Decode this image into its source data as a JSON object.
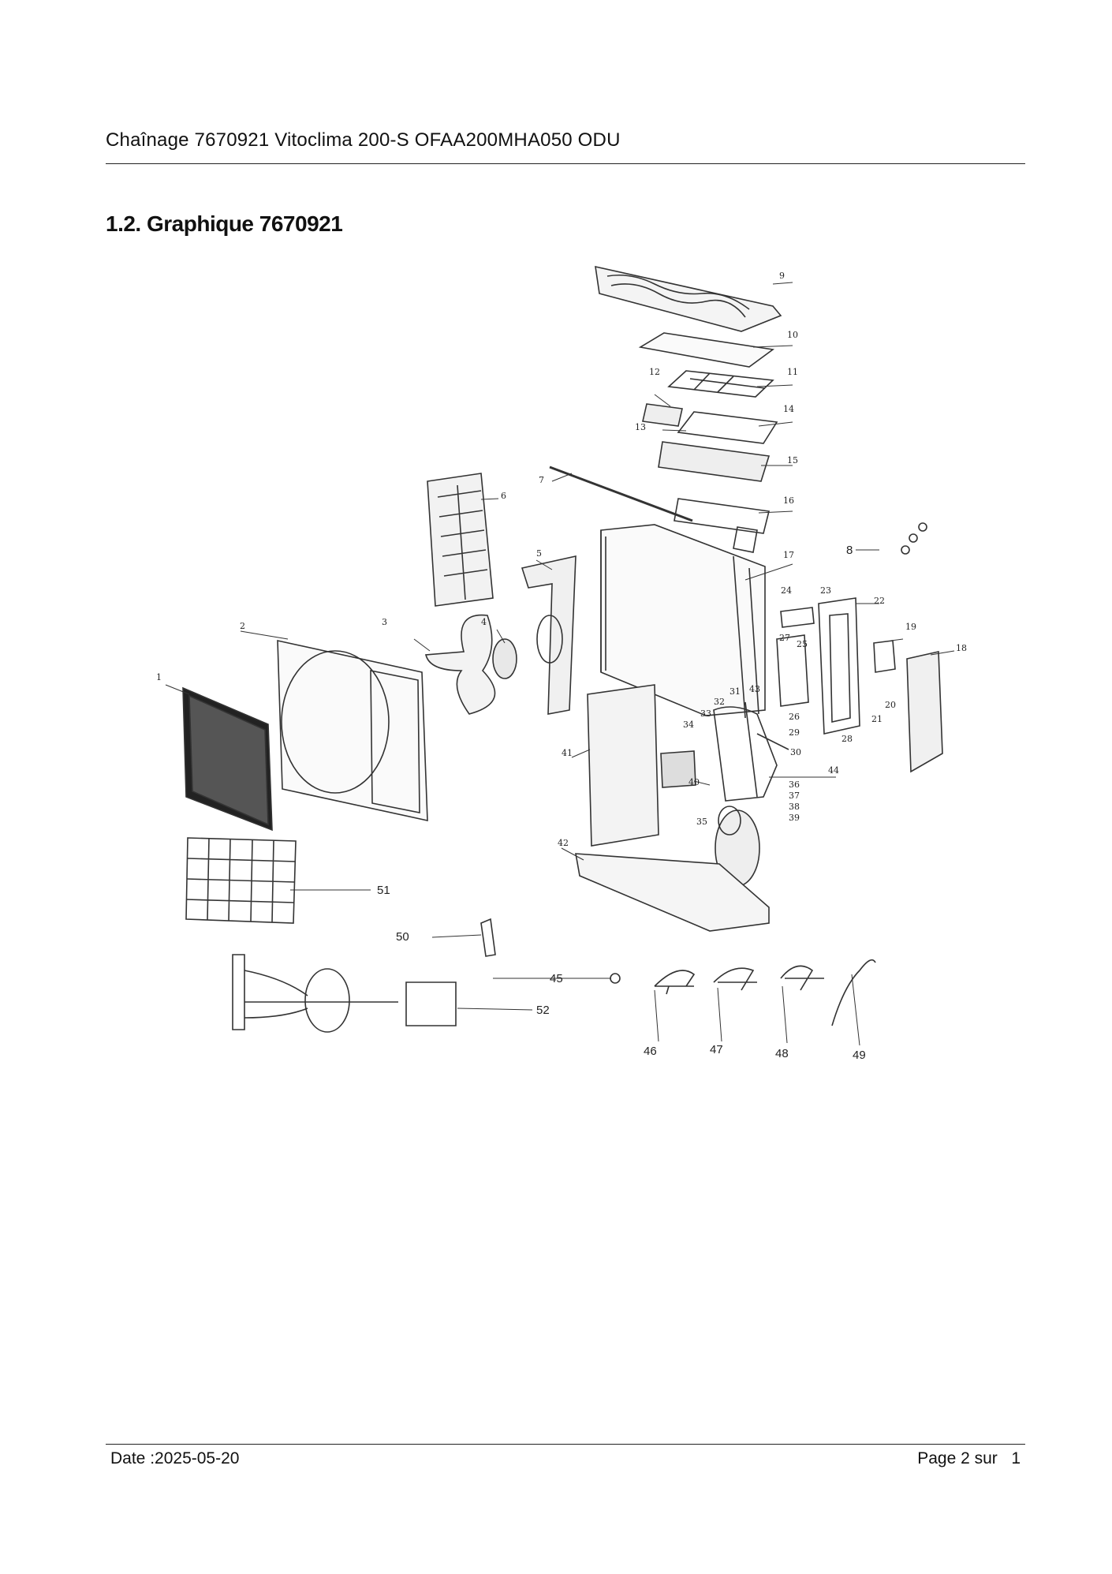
{
  "header": {
    "title": "Chaînage 7670921 Vitoclima 200-S OFAA200MHA050 ODU"
  },
  "section": {
    "title": "1.2. Graphique 7670921"
  },
  "diagram": {
    "callouts": [
      "1",
      "2",
      "3",
      "4",
      "5",
      "6",
      "7",
      "8",
      "9",
      "10",
      "11",
      "12",
      "13",
      "14",
      "15",
      "16",
      "17",
      "18",
      "19",
      "20",
      "21",
      "22",
      "23",
      "24",
      "25",
      "26",
      "27",
      "28",
      "29",
      "30",
      "31",
      "32",
      "33",
      "34",
      "35",
      "36",
      "37",
      "38",
      "39",
      "40",
      "41",
      "42",
      "43",
      "44",
      "45",
      "46",
      "47",
      "48",
      "49",
      "50",
      "51",
      "52"
    ],
    "extra_labels": [
      "26",
      "28"
    ]
  },
  "footer": {
    "date": "Date :2025-05-20",
    "page_word": "Page 2 sur",
    "page_total": "1"
  }
}
